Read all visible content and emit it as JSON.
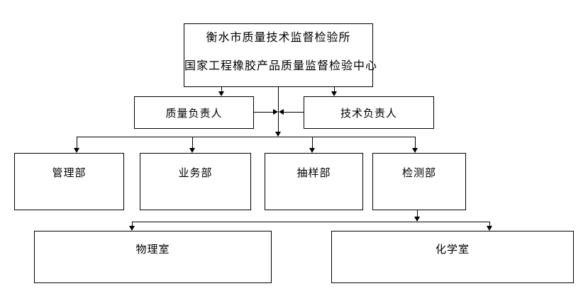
{
  "org_chart": {
    "title_box": {
      "line1": "衡水市质量技术监督检验所",
      "line2": "国家工程橡胶产品质量监督检验中心"
    },
    "managers": [
      {
        "label": "质量负责人"
      },
      {
        "label": "技术负责人"
      }
    ],
    "departments": [
      {
        "label": "管理部"
      },
      {
        "label": "业务部"
      },
      {
        "label": "抽样部"
      },
      {
        "label": "检测部"
      }
    ],
    "labs": [
      {
        "label": "物理室"
      },
      {
        "label": "化学室"
      }
    ],
    "colors": {
      "line": "#000000",
      "text": "#000000",
      "background": "#ffffff"
    }
  }
}
